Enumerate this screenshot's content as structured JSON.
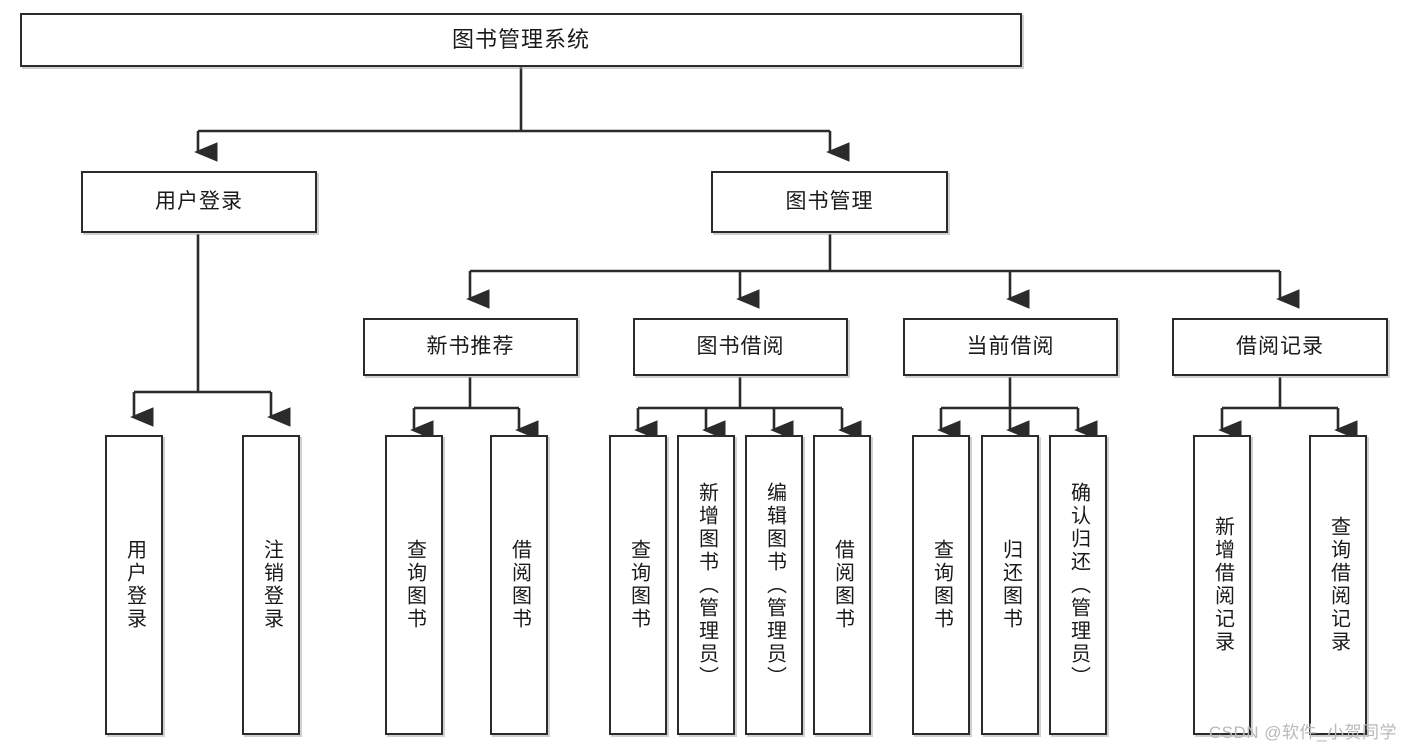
{
  "diagram": {
    "type": "tree-hierarchy",
    "title": "图书管理系统",
    "root": {
      "label": "图书管理系统"
    },
    "level2": [
      {
        "label": "用户登录"
      },
      {
        "label": "图书管理"
      }
    ],
    "level3": [
      {
        "label": "新书推荐"
      },
      {
        "label": "图书借阅"
      },
      {
        "label": "当前借阅"
      },
      {
        "label": "借阅记录"
      }
    ],
    "leaves": {
      "user_login": [
        {
          "label": "用户登录"
        },
        {
          "label": "注销登录"
        }
      ],
      "new_book_recommend": [
        {
          "label": "查询图书"
        },
        {
          "label": "借阅图书"
        }
      ],
      "book_borrow": [
        {
          "label": "查询图书"
        },
        {
          "label": "新增图书（管理员）"
        },
        {
          "label": "编辑图书（管理员）"
        },
        {
          "label": "借阅图书"
        }
      ],
      "current_borrow": [
        {
          "label": "查询图书"
        },
        {
          "label": "归还图书"
        },
        {
          "label": "确认归还（管理员）"
        }
      ],
      "borrow_record": [
        {
          "label": "新增借阅记录"
        },
        {
          "label": "查询借阅记录"
        }
      ]
    }
  },
  "watermark": {
    "text": "CSDN @软件_小贺同学"
  },
  "colors": {
    "border": "#2b2b2b",
    "text": "#1a1a1a",
    "background": "#ffffff",
    "watermark": "#b9b9b9"
  }
}
